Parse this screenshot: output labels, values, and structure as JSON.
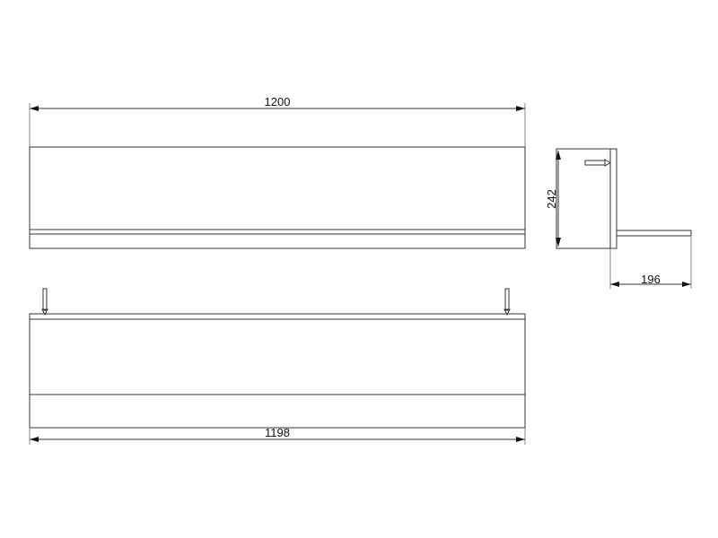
{
  "drawing": {
    "front_view": {
      "width_label": "1200"
    },
    "bottom_view": {
      "width_label": "1198"
    },
    "side_view": {
      "height_label": "242",
      "depth_label": "196"
    }
  }
}
